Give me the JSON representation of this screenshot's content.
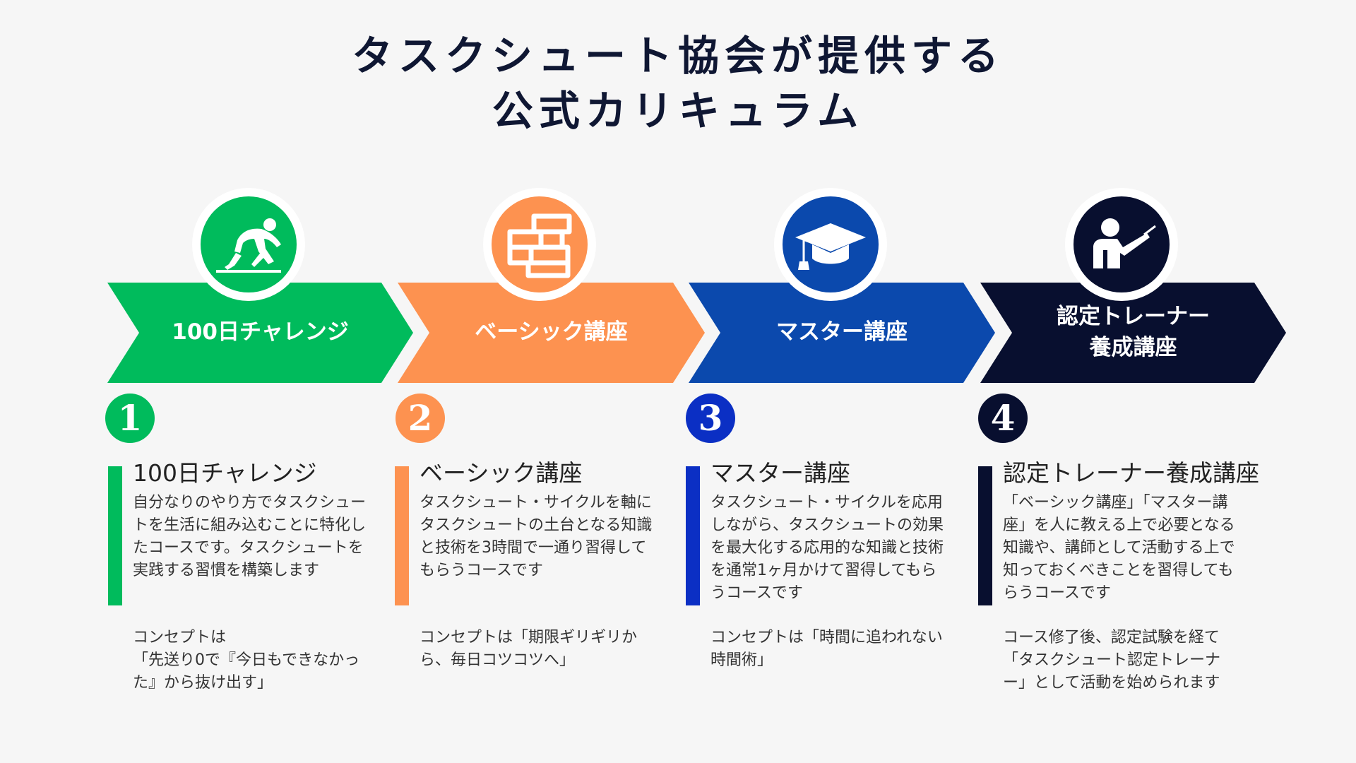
{
  "title": {
    "line1": "タスクシュート協会が提供する",
    "line2": "公式カリキュラム"
  },
  "colors": {
    "background": "#f6f6f6",
    "title": "#0f1733",
    "step1": "#00bb5c",
    "step2": "#fd9250",
    "step3": "#0b49ad",
    "step4": "#080f2f",
    "num3": "#0b2fc4"
  },
  "steps": [
    {
      "arrow_label_1": "100日チャレンジ",
      "arrow_label_2": "",
      "icon": "runner-start-icon",
      "number": "1",
      "heading": "100日チャレンジ",
      "description": "自分なりのやり方でタスクシュートを生活に組み込むことに特化したコースです。タスクシュートを実践する習慣を構築します",
      "concept_1": "コンセプトは",
      "concept_2": "「先送り0で『今日もできなかった』から抜け出す」"
    },
    {
      "arrow_label_1": "ベーシック講座",
      "arrow_label_2": "",
      "icon": "bricks-icon",
      "number": "2",
      "heading": "ベーシック講座",
      "description": "タスクシュート・サイクルを軸にタスクシュートの土台となる知識と技術を3時間で一通り習得してもらうコースです",
      "concept_1": "コンセプトは「期限ギリギリから、毎日コツコツへ」",
      "concept_2": ""
    },
    {
      "arrow_label_1": "マスター講座",
      "arrow_label_2": "",
      "icon": "graduation-cap-icon",
      "number": "3",
      "heading": "マスター講座",
      "description": "タスクシュート・サイクルを応用しながら、タスクシュートの効果を最大化する応用的な知識と技術を通常1ヶ月かけて習得してもらうコースです",
      "concept_1": "コンセプトは「時間に追われない時間術」",
      "concept_2": ""
    },
    {
      "arrow_label_1": "認定トレーナー",
      "arrow_label_2": "養成講座",
      "icon": "teacher-pointer-icon",
      "number": "4",
      "heading": "認定トレーナー養成講座",
      "description": "「ベーシック講座」「マスター講座」を人に教える上で必要となる知識や、講師として活動する上で知っておくべきことを習得してもらうコースです",
      "concept_1": "コース修了後、認定試験を経て「タスクシュート認定トレーナー」として活動を始められます",
      "concept_2": ""
    }
  ]
}
